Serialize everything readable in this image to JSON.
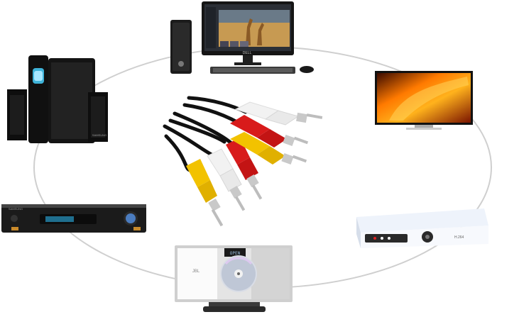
{
  "image": {
    "kind": "product-photo",
    "subject": "RCA audio/video cables connecting home entertainment devices"
  },
  "labels": {
    "monitor_brand": "DELL",
    "stereo_brand": "SAMSUNG",
    "stb_brand": "H.264",
    "dvd_brand": "SAMSUNG",
    "cd_player_panel": "OPEN",
    "cd_player_brand": "JBL"
  },
  "colors": {
    "background": "#ffffff",
    "ring": "#cfcfcf",
    "rca_white": "#f2f2f2",
    "rca_red": "#d81b1b",
    "rca_yellow": "#f2c200",
    "cable_black": "#111111",
    "metal": "#c9c9c9"
  }
}
